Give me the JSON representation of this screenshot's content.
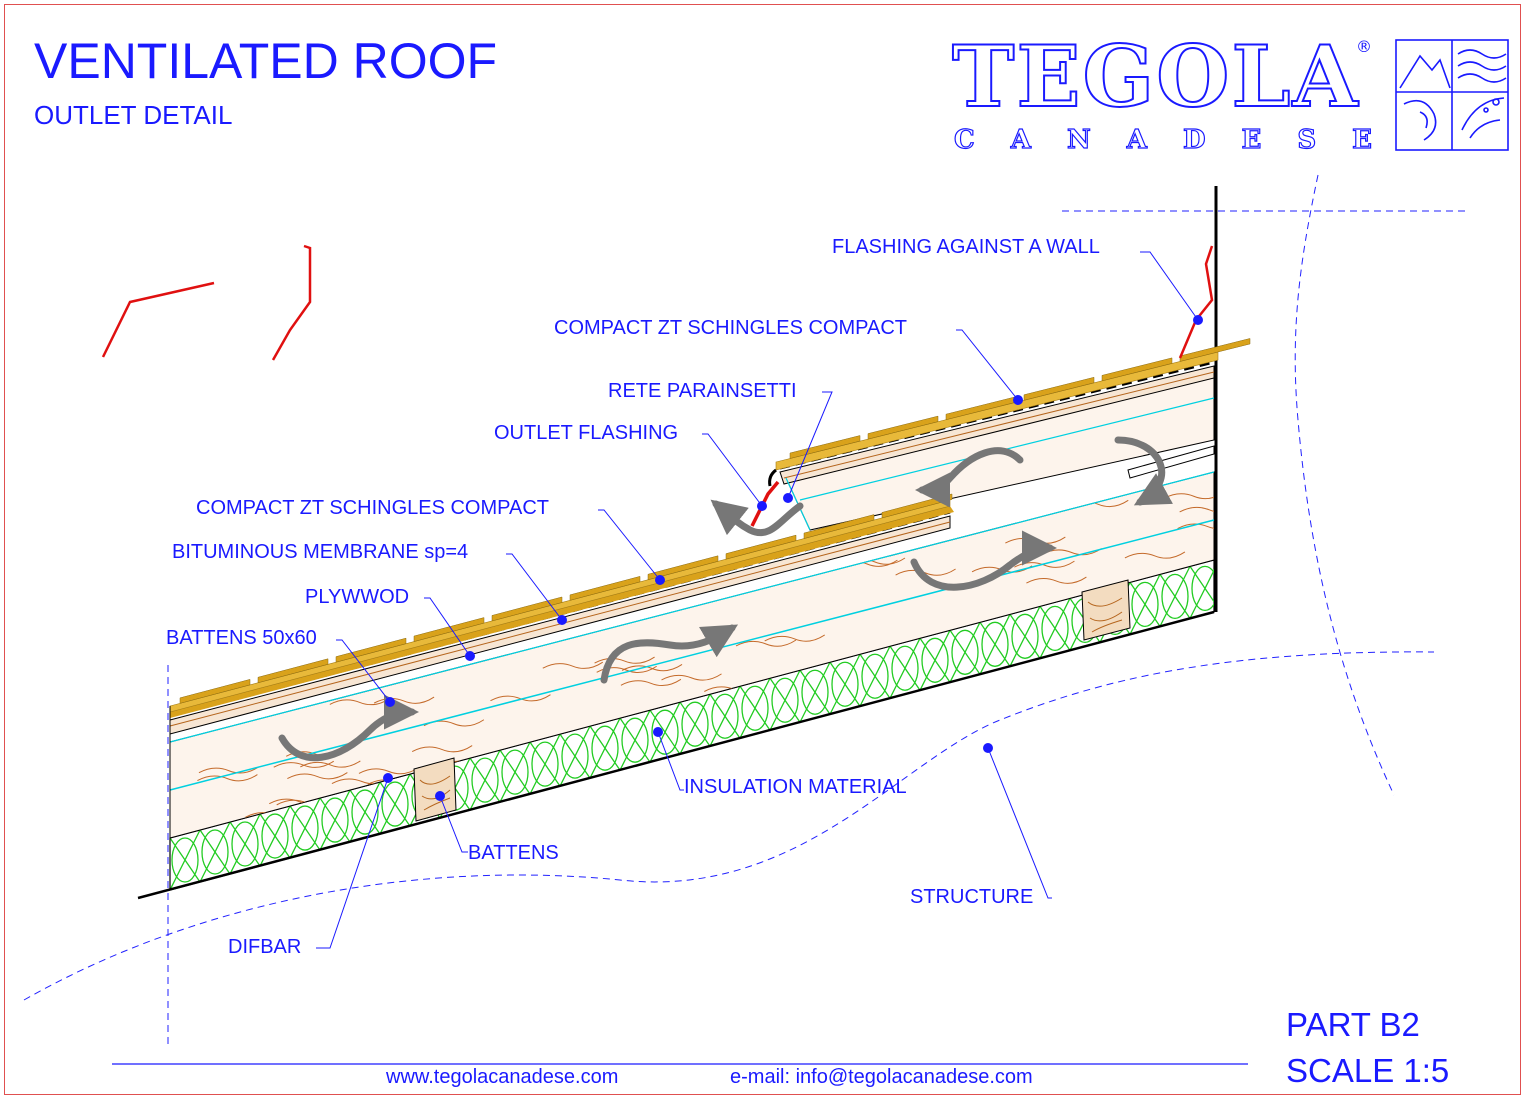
{
  "header": {
    "title": "VENTILATED ROOF",
    "subtitle": "OUTLET DETAIL"
  },
  "logo": {
    "brand": "TEGOLA",
    "registered": "®",
    "subbrand": "C A N A D E S E"
  },
  "labels": {
    "flashing_wall": "FLASHING AGAINST A WALL",
    "shingles_top": "COMPACT ZT SCHINGLES COMPACT",
    "rete": "RETE PARAINSETTI",
    "outlet_flashing": "OUTLET FLASHING",
    "shingles_main": "COMPACT ZT SCHINGLES COMPACT",
    "bituminous": "BITUMINOUS MEMBRANE sp=4",
    "plywood": "PLYWWOD",
    "battens_50": "BATTENS 50x60",
    "insulation": "INSULATION MATERIAL",
    "battens": "BATTENS",
    "structure": "STRUCTURE",
    "difbar": "DIFBAR"
  },
  "footer": {
    "part": "PART B2",
    "scale": "SCALE 1:5",
    "website": "www.tegolacanadese.com",
    "email": "e-mail: info@tegolacanadese.com"
  },
  "colors": {
    "text": "#1a1aff",
    "shingle": "#d9a21b",
    "flashing": "#e01010",
    "insulation": "#22cc22",
    "wood_grain": "#b5651d",
    "membrane": "#00d0e0",
    "frame": "#e05050"
  }
}
